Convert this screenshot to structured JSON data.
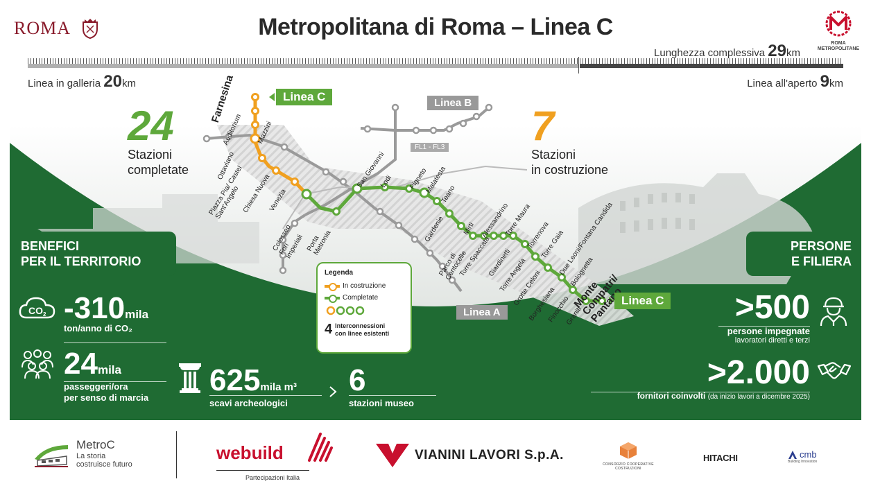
{
  "header": {
    "city_wordmark": "ROMA",
    "title": "Metropolitana di Roma – Linea C",
    "metro_logo_label": "ROMA METROPOLITANE"
  },
  "length": {
    "total_label": "Lunghezza complessiva",
    "total_value": "29",
    "total_unit": "km",
    "gallery_label": "Linea in galleria",
    "gallery_value": "20",
    "gallery_unit": "km",
    "open_label": "Linea all'aperto",
    "open_value": "9",
    "open_unit": "km"
  },
  "counters": {
    "completed_value": "24",
    "completed_label_1": "Stazioni",
    "completed_label_2": "completate",
    "construction_value": "7",
    "construction_label_1": "Stazioni",
    "construction_label_2": "in costruzione"
  },
  "map": {
    "line_c_label": "Linea C",
    "line_b_label": "Linea B",
    "line_a_label": "Linea A",
    "fl_label": "FL1 - FL3",
    "terminus_north": "Farnesina",
    "terminus_south": "Monte Compatri/ Pantano",
    "stations_construction": [
      "Auditorium",
      "Mazzini",
      "Ottaviano",
      "Piazza Pia/ Castel Sant'Angelo",
      "Chiesa Nuova",
      "Venezia"
    ],
    "stations_completed": [
      "Colosseo Fori Imperiali",
      "Porta Metronia",
      "San Giovanni",
      "Lodi",
      "Pigneto",
      "Malatesta",
      "Teano",
      "Gardenie",
      "Mirti",
      "Parco di Centocelle",
      "Alessandrino",
      "Torre Spaccata",
      "Torre Maura",
      "Giardinetti",
      "Torrenova",
      "Torre Angela",
      "Torre Gaia",
      "Grotte Celoni",
      "Due Leoni/Fontana Candida",
      "Borghesiana",
      "Bolognetta",
      "Finocchio",
      "Graniti"
    ]
  },
  "legend": {
    "title": "Legenda",
    "construction": "In costruzione",
    "completed": "Completate",
    "interconnections_value": "4",
    "interconnections_label_1": "Interconnessioni",
    "interconnections_label_2": "con linee esistenti"
  },
  "benefits": {
    "tab_line_1": "BENEFICI",
    "tab_line_2": "PER IL TERRITORIO",
    "co2_value": "-310",
    "co2_unit": "mila",
    "co2_label": "ton/anno di CO₂",
    "pax_value": "24",
    "pax_unit": "mila",
    "pax_label_1": "passeggeri/ora",
    "pax_label_2": "per senso di marcia",
    "scavi_value": "625",
    "scavi_unit": "mila m³",
    "scavi_label": "scavi archeologici",
    "museo_value": "6",
    "museo_label": "stazioni museo"
  },
  "people": {
    "tab_line_1": "PERSONE",
    "tab_line_2": "E FILIERA",
    "workers_value": ">500",
    "workers_label": "persone impegnate",
    "workers_sub": "lavoratori diretti e terzi",
    "suppliers_value": ">2.000",
    "suppliers_label": "fornitori coinvolti",
    "suppliers_sub": "(da inizio lavori a dicembre 2025)"
  },
  "footer": {
    "metroc_name": "MetroC",
    "metroc_tag_1": "La storia",
    "metroc_tag_2": "costruisce futuro",
    "webuild": "webuild",
    "webuild_sub": "Partecipazioni Italia",
    "vianini": "VIANINI LAVORI S.p.A.",
    "consorzio": "CONSORZIO COOPERATIVE COSTRUZIONI",
    "hitachi": "HITACHI",
    "cmb": "cmb",
    "cmb_sub": "Building Innovation"
  },
  "colors": {
    "green_dark": "#1f6b33",
    "green_line": "#5ea83b",
    "orange_line": "#f0a020",
    "grey_line": "#9a9a9a",
    "roma_red": "#8a1c2c"
  }
}
